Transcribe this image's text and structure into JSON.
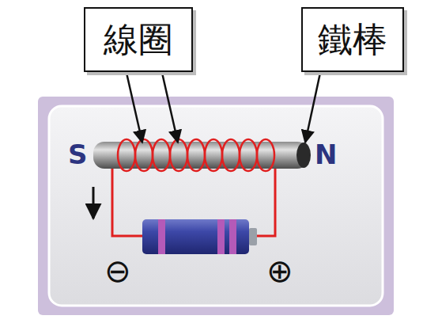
{
  "diagram": {
    "nodes": [
      {
        "text": [
          "線圈"
        ]
      },
      {
        "text": [
          "鐵棒"
        ]
      }
    ],
    "labels": [
      "S",
      "N",
      "⊖",
      "⊕"
    ]
  }
}
